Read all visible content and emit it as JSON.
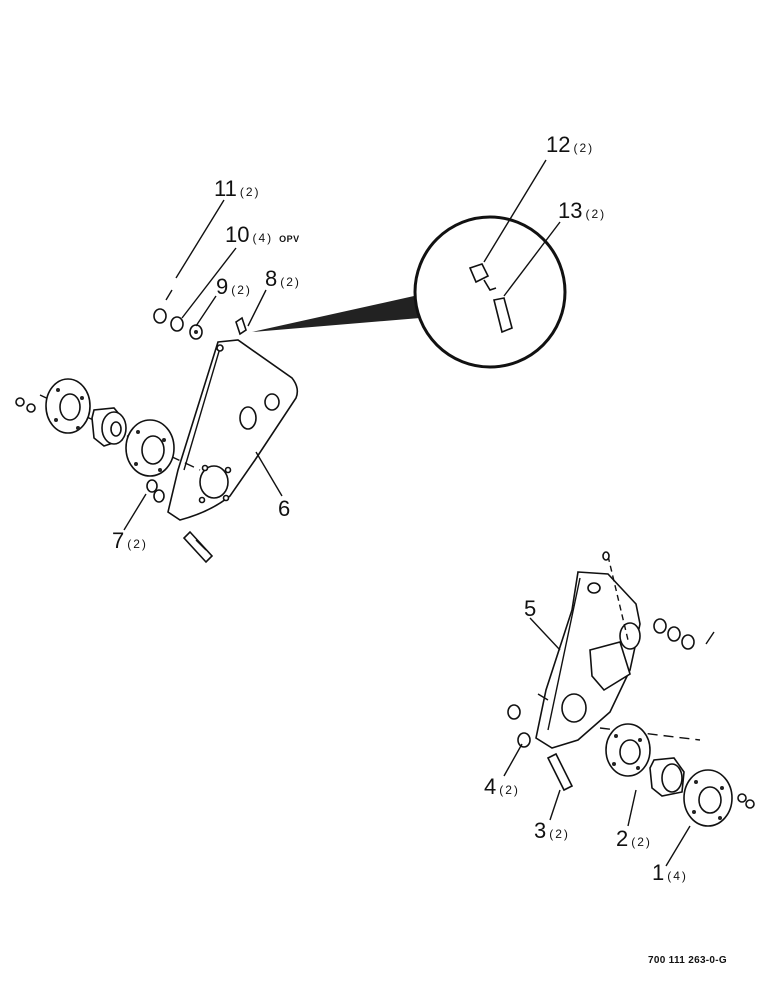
{
  "callouts": [
    {
      "id": "c11",
      "num": "11",
      "qty": "(2)",
      "note": ""
    },
    {
      "id": "c10",
      "num": "10",
      "qty": "(4)",
      "note": "OPV"
    },
    {
      "id": "c9",
      "num": "9",
      "qty": "(2)",
      "note": ""
    },
    {
      "id": "c8",
      "num": "8",
      "qty": "(2)",
      "note": ""
    },
    {
      "id": "c12",
      "num": "12",
      "qty": "(2)",
      "note": ""
    },
    {
      "id": "c13",
      "num": "13",
      "qty": "(2)",
      "note": ""
    },
    {
      "id": "c6",
      "num": "6",
      "qty": "",
      "note": ""
    },
    {
      "id": "c7",
      "num": "7",
      "qty": "(2)",
      "note": ""
    },
    {
      "id": "c5",
      "num": "5",
      "qty": "",
      "note": ""
    },
    {
      "id": "c4",
      "num": "4",
      "qty": "(2)",
      "note": ""
    },
    {
      "id": "c3",
      "num": "3",
      "qty": "(2)",
      "note": ""
    },
    {
      "id": "c2",
      "num": "2",
      "qty": "(2)",
      "note": ""
    },
    {
      "id": "c1",
      "num": "1",
      "qty": "(4)",
      "note": ""
    }
  ],
  "reference_number": "700 111 263-0-G"
}
